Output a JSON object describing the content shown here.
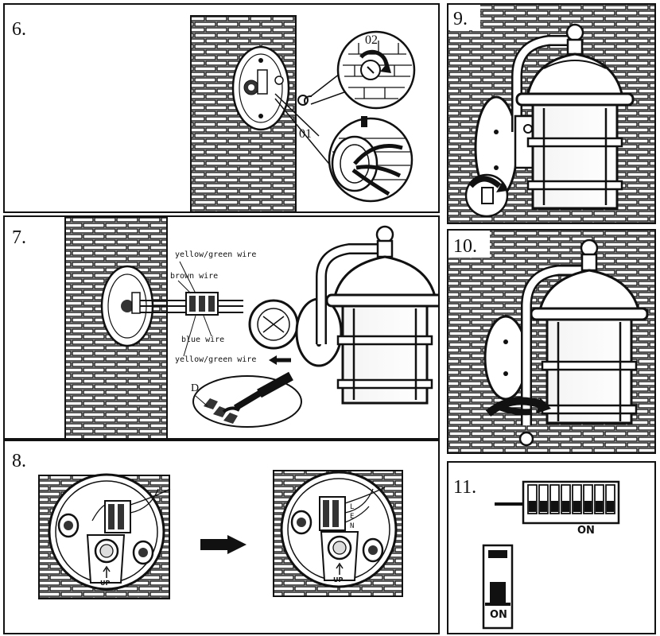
{
  "steps": {
    "s6": {
      "number": "6.",
      "callouts": {
        "a": "02",
        "b": "01"
      }
    },
    "s7": {
      "number": "7.",
      "labels": {
        "yg_top": "yellow/green wire",
        "brown": "brown wire",
        "blue": "blue wire",
        "yg_bottom": "yellow/green wire",
        "d": "D"
      }
    },
    "s8": {
      "number": "8.",
      "terminal_marks": [
        "L",
        "E",
        "N"
      ],
      "up_label": "UP"
    },
    "s9": {
      "number": "9."
    },
    "s10": {
      "number": "10."
    },
    "s11": {
      "number": "11.",
      "on_label_dip": "ON",
      "on_label_switch": "ON"
    }
  }
}
